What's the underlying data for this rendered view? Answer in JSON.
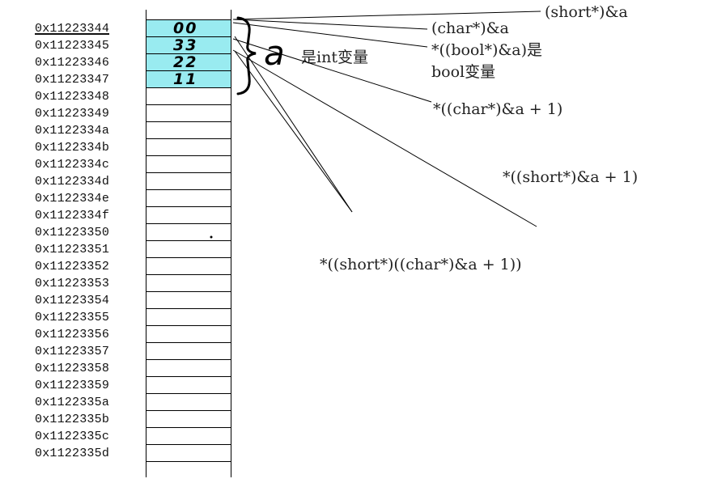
{
  "addresses": [
    "0x11223344",
    "0x11223345",
    "0x11223346",
    "0x11223347",
    "0x11223348",
    "0x11223349",
    "0x1122334a",
    "0x1122334b",
    "0x1122334c",
    "0x1122334d",
    "0x1122334e",
    "0x1122334f",
    "0x11223350",
    "0x11223351",
    "0x11223352",
    "0x11223353",
    "0x11223354",
    "0x11223355",
    "0x11223356",
    "0x11223357",
    "0x11223358",
    "0x11223359",
    "0x1122335a",
    "0x1122335b",
    "0x1122335c",
    "0x1122335d"
  ],
  "cell_values": [
    "00",
    "33",
    "22",
    "11"
  ],
  "highlight_color": "#99ebf0",
  "brace_label": "a",
  "brace_note": "是int变量",
  "annotations": {
    "short_ptr": "(short*)&a",
    "char_ptr": "(char*)&a",
    "bool_line1": "*((bool*)&a)是",
    "bool_line2": "bool变量",
    "char_plus_one": "*((char*)&a + 1)",
    "short_plus_one": "*((short*)&a + 1)",
    "short_char_plus_one": "*((short*)((char*)&a + 1))"
  }
}
